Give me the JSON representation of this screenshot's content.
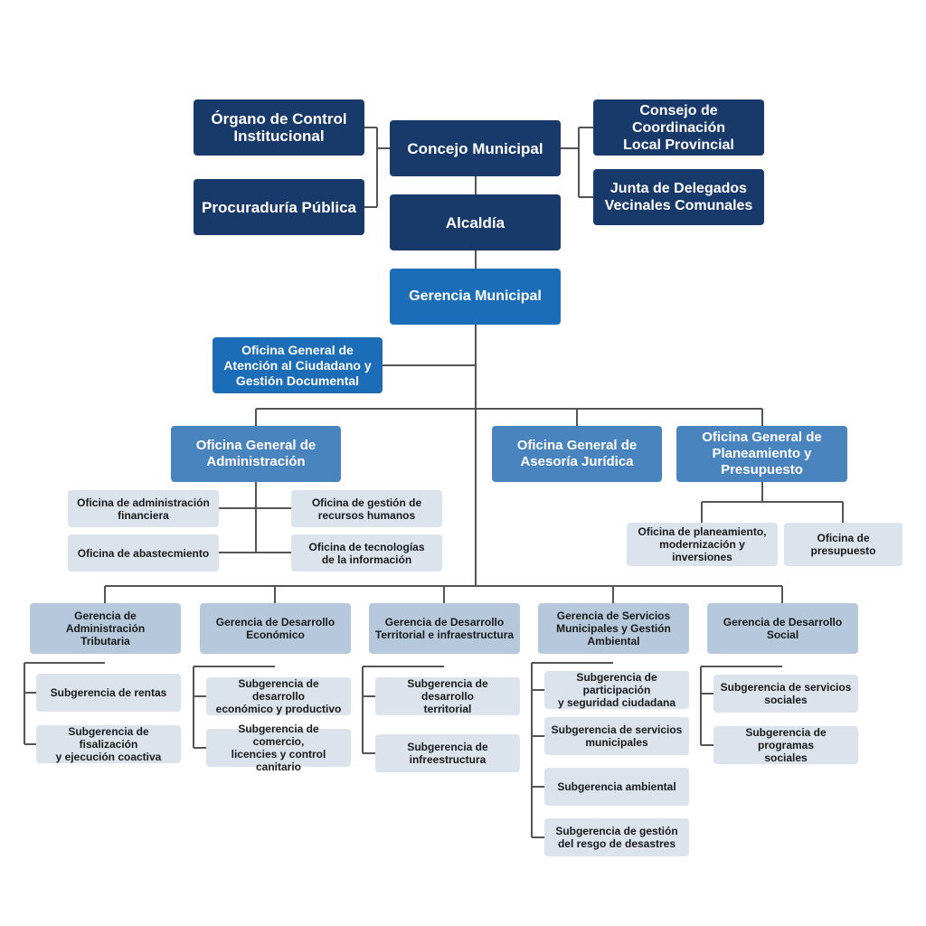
{
  "colors": {
    "top": "#173a6b",
    "manager": "#1c6db8",
    "office": "#4a84bf",
    "gerencia": "#b6c8dc",
    "unit": "#dbe3ec",
    "connector": "#555555"
  },
  "top": {
    "organo_control": "Órgano de Control\nInstitucional",
    "procuraduria": "Procuraduría Pública",
    "concejo": "Concejo Municipal",
    "alcaldia": "Alcaldía",
    "consejo_coordinacion": "Consejo de Coordinación\nLocal Provincial",
    "junta_delegados": "Junta de Delegados\nVecinales Comunales"
  },
  "gerencia_municipal": "Gerencia Municipal",
  "oficina_atencion": "Oficina General de\nAtención al Ciudadano y\nGestión Documental",
  "oficinas_generales": {
    "administracion": "Oficina General de\nAdministración",
    "asesoria": "Oficina General de\nAsesoría Jurídica",
    "planeamiento": "Oficina General de\nPlaneamiento y\nPresupuesto"
  },
  "admin_units": [
    "Oficina de administración\nfinanciera",
    "Oficina de abastecmiento",
    "Oficina de gestión de\nrecursos humanos",
    "Oficina de tecnologías\nde la información"
  ],
  "plan_units": [
    "Oficina de planeamiento,\nmodernización y inversiones",
    "Oficina de\npresupuesto"
  ],
  "gerencias": [
    {
      "label": "Gerencia de Administración\nTributaria",
      "subs": [
        "Subgerencia de rentas",
        "Subgerencia de fisalización\ny ejecución coactiva"
      ]
    },
    {
      "label": "Gerencia de Desarrollo\nEconómico",
      "subs": [
        "Subgerencia de desarrollo\neconómico y productivo",
        "Subgerencia de comercio,\nlicencies y control canitario"
      ]
    },
    {
      "label": "Gerencia de Desarrollo\nTerritorial e infraestructura",
      "subs": [
        "Subgerencia de desarrollo\nterritorial",
        "Subgerencia de\ninfreestructura"
      ]
    },
    {
      "label": "Gerencia de Servicios\nMunicipales y Gestión\nAmbiental",
      "subs": [
        "Subgerencia de participación\ny seguridad ciudadana",
        "Subgerencia de servicios\nmunicipales",
        "Subgerencia ambiental",
        "Subgerencia de gestión\ndel resgo de desastres"
      ]
    },
    {
      "label": "Gerencia de Desarrollo\nSocial",
      "subs": [
        "Subgerencia de servicios\nsociales",
        "Subgerencia de programas\nsociales"
      ]
    }
  ]
}
